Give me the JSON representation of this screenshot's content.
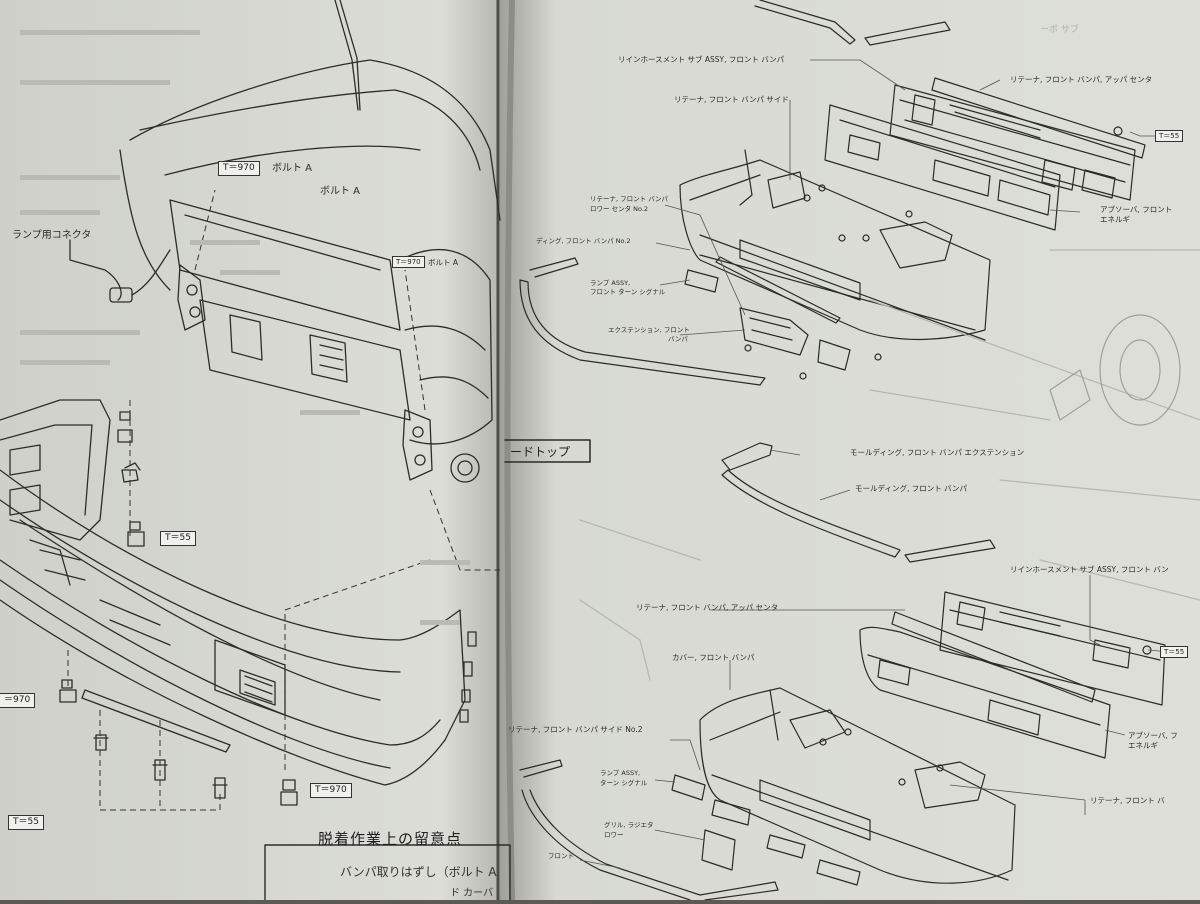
{
  "left_page": {
    "torque_labels": {
      "t970_a": "T＝970",
      "t970_b": "T＝970",
      "t970_c": "＝970",
      "t970_d": "T＝970",
      "t55_a": "T＝55",
      "t55_b": "T＝55"
    },
    "bolt_a_label": "ボルト A",
    "bolt_a_label_2": "ボルト A",
    "lamp_connector_label": "ランプ用コネクタ",
    "notes_heading": "脱着作業上の留意点",
    "notes_text": "バンパ取りはずし（ボルト A",
    "notes_text_2": "ド  カーバ"
  },
  "right_page": {
    "header_tab": "ーボ  サブ",
    "section_heading": "ードトップ",
    "top_diagram_labels": [
      "リインホースメント サブ ASSY, フロント バンパ",
      "リテーナ, フロント バンパ, アッパ センタ",
      "リテーナ, フロント バンパ サイド",
      "リテーナ, フロント バンパ",
      "ロワー センタ No.2",
      "ディング, フロント バンパ No.2",
      "ランプ ASSY,",
      "フロント ターン シグナル",
      "エクステンション, フロント",
      "バンパ",
      "アブソーバ, フロント",
      "エネルギ"
    ],
    "top_torque": "T＝55",
    "middle_labels": [
      "モールディング, フロント バンパ エクステンション",
      "モールディング, フロント バンパ"
    ],
    "bottom_diagram_labels": [
      "リインホースメント サブ ASSY, フロント バン",
      "リテーナ, フロント バンパ, アッパ センタ",
      "カバー, フロント バンパ",
      "リテーナ, フロント バンパ サイド No.2",
      "ランプ ASSY,",
      "ターン シグナル",
      "グリル, ラジエタ",
      "ロワー",
      "フロント",
      "アブソーバ, フ",
      "エネルギ",
      "リテーナ, フロント バ"
    ],
    "bottom_torque": "T＝55"
  }
}
